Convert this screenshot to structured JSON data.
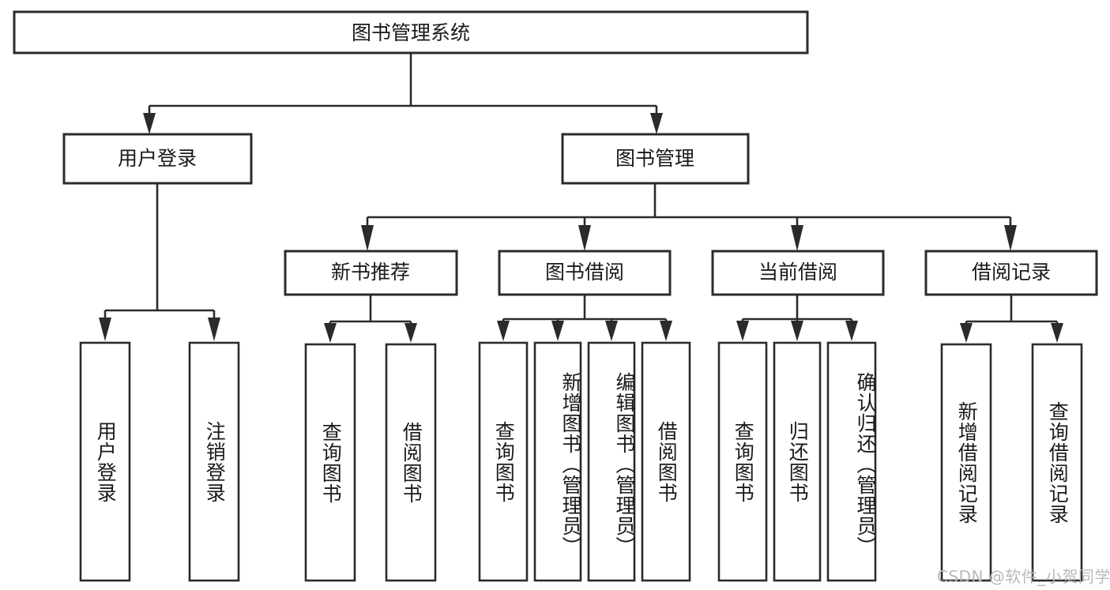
{
  "diagram": {
    "type": "tree",
    "title": "图书管理系统",
    "root": {
      "label": "图书管理系统"
    },
    "level2": [
      {
        "label": "用户登录"
      },
      {
        "label": "图书管理"
      }
    ],
    "level3": [
      {
        "label": "新书推荐"
      },
      {
        "label": "图书借阅"
      },
      {
        "label": "当前借阅"
      },
      {
        "label": "借阅记录"
      }
    ],
    "leaves": {
      "user_login": [
        {
          "label": "用户登录"
        },
        {
          "label": "注销登录"
        }
      ],
      "new_book_recommend": [
        {
          "label": "查询图书"
        },
        {
          "label": "借阅图书"
        }
      ],
      "book_borrow": [
        {
          "label": "查询图书"
        },
        {
          "label": "新增图书（管理员）"
        },
        {
          "label": "编辑图书（管理员）"
        },
        {
          "label": "借阅图书"
        }
      ],
      "current_borrow": [
        {
          "label": "查询图书"
        },
        {
          "label": "归还图书"
        },
        {
          "label": "确认归还（管理员）"
        }
      ],
      "borrow_record": [
        {
          "label": "新增借阅记录"
        },
        {
          "label": "查询借阅记录"
        }
      ]
    }
  },
  "watermark": {
    "text": "CSDN @软件_小贺同学"
  },
  "colors": {
    "stroke": "#2b2b2b",
    "text": "#1a1a1a",
    "background": "#ffffff",
    "watermark": "#b9b9b9"
  }
}
